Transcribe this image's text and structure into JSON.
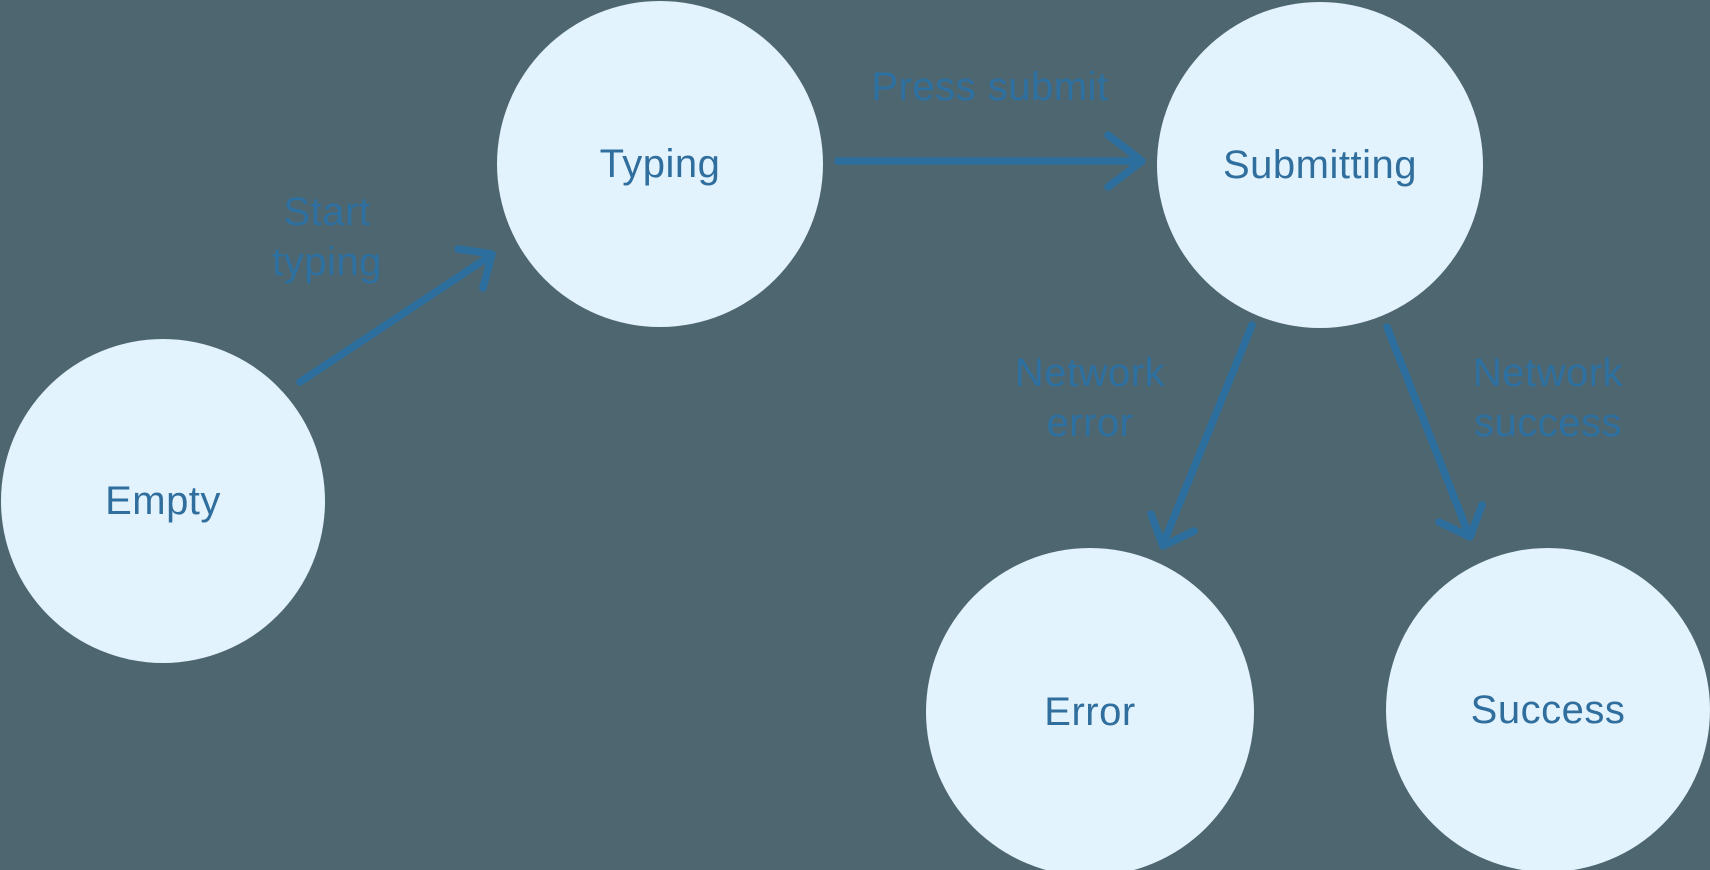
{
  "diagram": {
    "type": "state-machine",
    "colors": {
      "background": "#4D6670",
      "node_fill": "#E3F3FD",
      "node_text": "#2F6E9D",
      "edge_stroke": "#2C6F9E",
      "edge_label_text": "#2D70A2"
    },
    "nodes": [
      {
        "id": "empty",
        "label": "Empty"
      },
      {
        "id": "typing",
        "label": "Typing"
      },
      {
        "id": "submitting",
        "label": "Submitting"
      },
      {
        "id": "error",
        "label": "Error"
      },
      {
        "id": "success",
        "label": "Success"
      }
    ],
    "edges": [
      {
        "from": "empty",
        "to": "typing",
        "label": "Start typing",
        "label_lines": [
          "Start",
          "typing"
        ]
      },
      {
        "from": "typing",
        "to": "submitting",
        "label": "Press submit",
        "label_lines": [
          "Press submit"
        ]
      },
      {
        "from": "submitting",
        "to": "error",
        "label": "Network error",
        "label_lines": [
          "Network",
          "error"
        ]
      },
      {
        "from": "submitting",
        "to": "success",
        "label": "Network success",
        "label_lines": [
          "Network",
          "success"
        ]
      }
    ]
  }
}
